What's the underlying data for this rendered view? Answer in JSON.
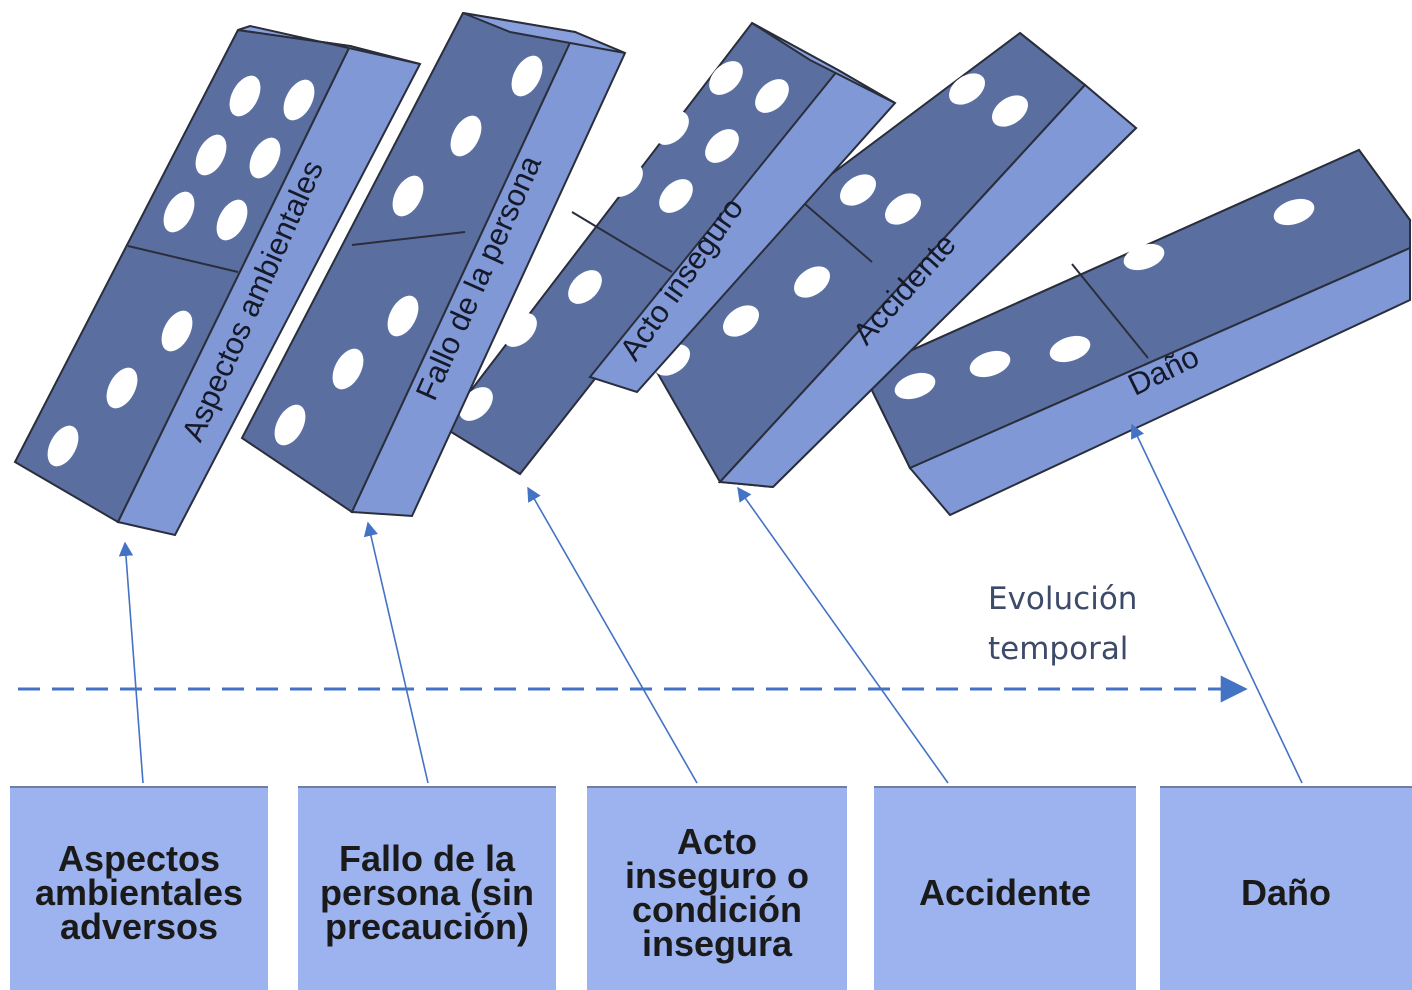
{
  "colors": {
    "domino_face": "#5a6fa0",
    "domino_dark": "#4d6192",
    "domino_side": "#8098d6",
    "domino_top": "#889fdc",
    "domino_outline": "#2a2e3c",
    "pip": "#ffffff",
    "box_fill": "#9db3ef",
    "arrow": "#4472c4"
  },
  "dominoes": [
    {
      "label": "Aspectos ambientales"
    },
    {
      "label": "Fallo de la persona"
    },
    {
      "label": "Acto inseguro"
    },
    {
      "label": "Accidente"
    },
    {
      "label": "Daño"
    }
  ],
  "boxes": [
    {
      "label": "Aspectos\nambientales\nadversos"
    },
    {
      "label": "Fallo de la\npersona (sin\nprecaución)"
    },
    {
      "label": "Acto\ninseguro o\ncondición\ninsegura"
    },
    {
      "label": "Accidente"
    },
    {
      "label": "Daño"
    }
  ],
  "timeline": {
    "label": "Evolución\ntemporal"
  }
}
